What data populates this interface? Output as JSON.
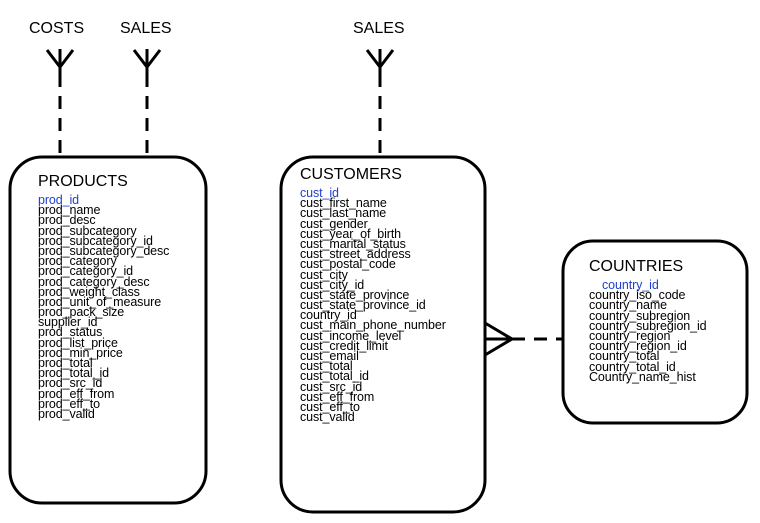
{
  "external_labels": {
    "costs": "COSTS",
    "sales_left": "SALES",
    "sales_right": "SALES"
  },
  "products": {
    "title": "PRODUCTS",
    "primary_key": "prod_id",
    "columns": [
      "prod_name",
      "prod_desc",
      "prod_subcategory",
      "prod_subcategory_id",
      "prod_subcategory_desc",
      "prod_category",
      "prod_category_id",
      "prod_category_desc",
      "prod_weight_class",
      "prod_unit_of_measure",
      "prod_pack_size",
      "supplier_id",
      "prod_status",
      "prod_list_price",
      "prod_min_price",
      "prod_total",
      "prod_total_id",
      "prod_src_id",
      "prod_eff_from",
      "prod_eff_to",
      "prod_valid"
    ]
  },
  "customers": {
    "title": "CUSTOMERS",
    "primary_key": "cust_id",
    "columns": [
      "cust_first_name",
      "cust_last_name",
      "cust_gender",
      "cust_year_of_birth",
      "cust_marital_status",
      "cust_street_address",
      "cust_postal_code",
      "cust_city",
      "cust_city_id",
      "cust_state_province",
      "cust_state_province_id",
      "country_id",
      "cust_main_phone_number",
      "cust_income_level",
      "cust_credit_limit",
      "cust_email",
      "cust_total",
      "cust_total_id",
      "cust_src_id",
      "cust_eff_from",
      "cust_eff_to",
      "cust_valid"
    ]
  },
  "countries": {
    "title": "COUNTRIES",
    "primary_key": "country_id",
    "columns": [
      "country_iso_code",
      "country_name",
      "country_subregion",
      "country_subregion_id",
      "country_region",
      "country_region_id",
      "country_total",
      "country_total_id",
      "Country_name_hist"
    ]
  },
  "colors": {
    "primary_key": "#1f3fcf",
    "line": "#000000"
  }
}
